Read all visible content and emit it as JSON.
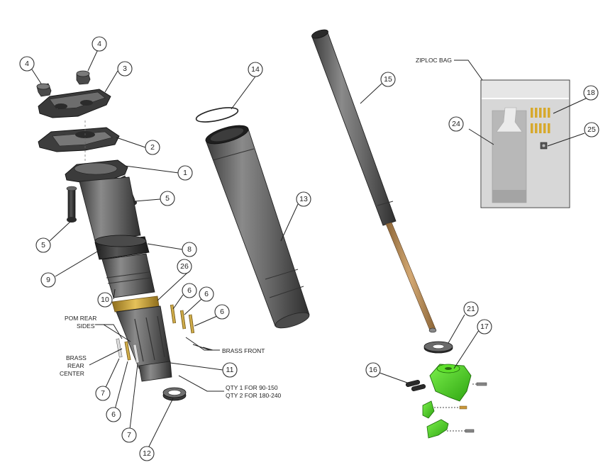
{
  "callouts": {
    "c1": "1",
    "c2": "2",
    "c3": "3",
    "c4a": "4",
    "c4b": "4",
    "c5a": "5",
    "c5b": "5",
    "c6a": "6",
    "c6b": "6",
    "c6c": "6",
    "c6d": "6",
    "c7a": "7",
    "c7b": "7",
    "c8": "8",
    "c9": "9",
    "c10": "10",
    "c11": "11",
    "c12": "12",
    "c13": "13",
    "c14": "14",
    "c15": "15",
    "c16": "16",
    "c17": "17",
    "c18": "18",
    "c21": "21",
    "c24": "24",
    "c25": "25",
    "c26": "26"
  },
  "notes": {
    "ziploc_bag": "ZIPLOC BAG",
    "pom_rear_sides_1": "POM REAR",
    "pom_rear_sides_2": "SIDES",
    "brass_rear_center_1": "BRASS",
    "brass_rear_center_2": "REAR",
    "brass_rear_center_3": "CENTER",
    "brass_front": "BRASS FRONT",
    "qty_1": "QTY 1 FOR 90-150",
    "qty_2": "QTY 2 FOR 180-240"
  },
  "colors": {
    "dark_gray": "#3a3a3a",
    "mid_gray": "#6e6e6e",
    "light_gray": "#9a9a9a",
    "brass": "#c9a43a",
    "green_anodized": "#4ad61e",
    "bronze_shaft": "#b58a5a",
    "bag_gray": "#b8b8b8"
  }
}
